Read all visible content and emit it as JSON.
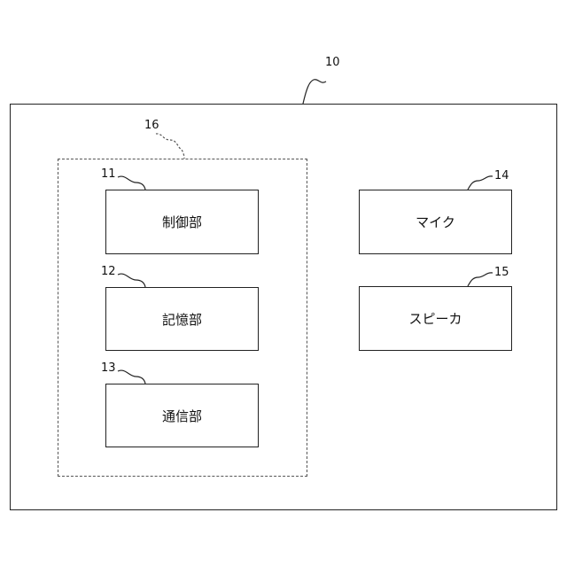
{
  "refs": {
    "device": "10",
    "control": "11",
    "storage": "12",
    "comm": "13",
    "mic": "14",
    "speaker": "15",
    "group": "16"
  },
  "labels": {
    "control": "制御部",
    "storage": "記憶部",
    "comm": "通信部",
    "mic": "マイク",
    "speaker": "スピーカ"
  }
}
